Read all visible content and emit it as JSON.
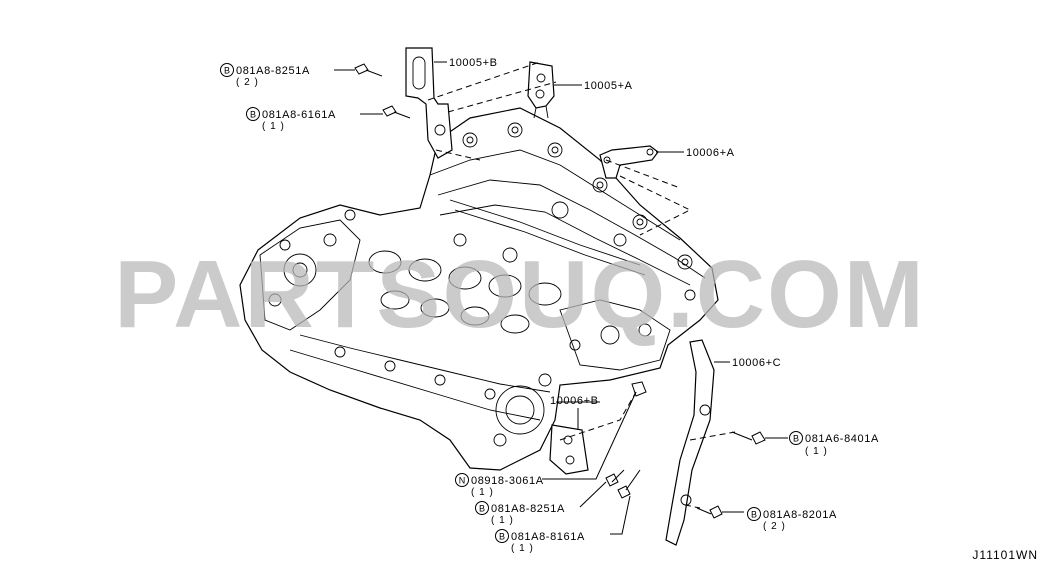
{
  "watermark": "PARTSOUQ.COM",
  "diagram_code": "J11101WN",
  "callouts": {
    "p10005b": "10005+B",
    "p10005a": "10005+A",
    "p10006a": "10006+A",
    "p10006c": "10006+C",
    "p10006b": "10006+B",
    "bolt_upper_1": {
      "mark": "B",
      "part": "081A8-8251A",
      "qty": "( 2 )"
    },
    "bolt_upper_2": {
      "mark": "B",
      "part": "081A8-6161A",
      "qty": "( 1 )"
    },
    "bolt_right_1": {
      "mark": "B",
      "part": "081A6-8401A",
      "qty": "( 1 )"
    },
    "bolt_right_2": {
      "mark": "B",
      "part": "081A8-8201A",
      "qty": "( 2 )"
    },
    "nut_lower": {
      "mark": "N",
      "part": "08918-3061A",
      "qty": "( 1 )"
    },
    "bolt_lower_1": {
      "mark": "B",
      "part": "081A8-8251A",
      "qty": "( 1 )"
    },
    "bolt_lower_2": {
      "mark": "B",
      "part": "081A8-8161A",
      "qty": "( 1 )"
    }
  }
}
